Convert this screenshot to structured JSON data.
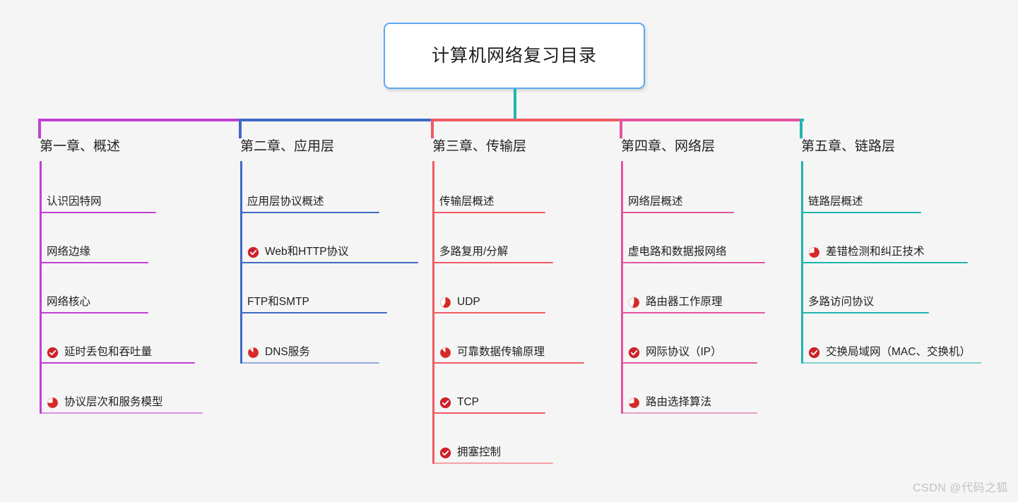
{
  "page": {
    "background": "#f5f5f5",
    "watermark": "CSDN @代码之狐"
  },
  "root": {
    "title": "计算机网络复习目录",
    "border_color": "#5aa9f2",
    "fill": "#ffffff"
  },
  "icon_colors": {
    "check": "#cc2229",
    "pie_fill": "#d42a28",
    "pie_track": "#f0c9c6"
  },
  "branches": [
    {
      "id": "chapter-1",
      "title": "第一章、概述",
      "color": "#c140d4",
      "children": [
        {
          "label": "认识因特网",
          "icon": "none",
          "icon_value": null
        },
        {
          "label": "网络边缘",
          "icon": "none",
          "icon_value": null
        },
        {
          "label": "网络核心",
          "icon": "none",
          "icon_value": null
        },
        {
          "label": "延时丢包和吞吐量",
          "icon": "check-circle-icon",
          "icon_value": 100
        },
        {
          "label": "协议层次和服务模型",
          "icon": "pie-progress-icon",
          "icon_value": 75
        }
      ]
    },
    {
      "id": "chapter-2",
      "title": "第二章、应用层",
      "color": "#3f69c6",
      "children": [
        {
          "label": "应用层协议概述",
          "icon": "none",
          "icon_value": null
        },
        {
          "label": "Web和HTTP协议",
          "icon": "check-circle-icon",
          "icon_value": 100
        },
        {
          "label": "FTP和SMTP",
          "icon": "none",
          "icon_value": null
        },
        {
          "label": "DNS服务",
          "icon": "pie-progress-icon",
          "icon_value": 88
        }
      ]
    },
    {
      "id": "chapter-3",
      "title": "第三章、传输层",
      "color": "#f05b63",
      "children": [
        {
          "label": "传输层概述",
          "icon": "none",
          "icon_value": null
        },
        {
          "label": "多路复用/分解",
          "icon": "none",
          "icon_value": null
        },
        {
          "label": "UDP",
          "icon": "pie-progress-icon",
          "icon_value": 58
        },
        {
          "label": "可靠数据传输原理",
          "icon": "pie-progress-icon",
          "icon_value": 88
        },
        {
          "label": "TCP",
          "icon": "check-circle-icon",
          "icon_value": 100
        },
        {
          "label": "拥塞控制",
          "icon": "check-circle-icon",
          "icon_value": 100
        }
      ]
    },
    {
      "id": "chapter-4",
      "title": "第四章、网络层",
      "color": "#e255a0",
      "children": [
        {
          "label": "网络层概述",
          "icon": "none",
          "icon_value": null
        },
        {
          "label": "虚电路和数据报网络",
          "icon": "none",
          "icon_value": null
        },
        {
          "label": "路由器工作原理",
          "icon": "pie-progress-icon",
          "icon_value": 55
        },
        {
          "label": "网际协议（IP）",
          "icon": "check-circle-icon",
          "icon_value": 100
        },
        {
          "label": "路由选择算法",
          "icon": "pie-progress-icon",
          "icon_value": 72
        }
      ]
    },
    {
      "id": "chapter-5",
      "title": "第五章、链路层",
      "color": "#1fb5ae",
      "children": [
        {
          "label": "链路层概述",
          "icon": "none",
          "icon_value": null
        },
        {
          "label": "差错检测和纠正技术",
          "icon": "pie-progress-icon",
          "icon_value": 72
        },
        {
          "label": "多路访问协议",
          "icon": "none",
          "icon_value": null
        },
        {
          "label": "交换局域网（MAC、交换机）",
          "icon": "check-circle-icon",
          "icon_value": 100
        }
      ]
    }
  ]
}
